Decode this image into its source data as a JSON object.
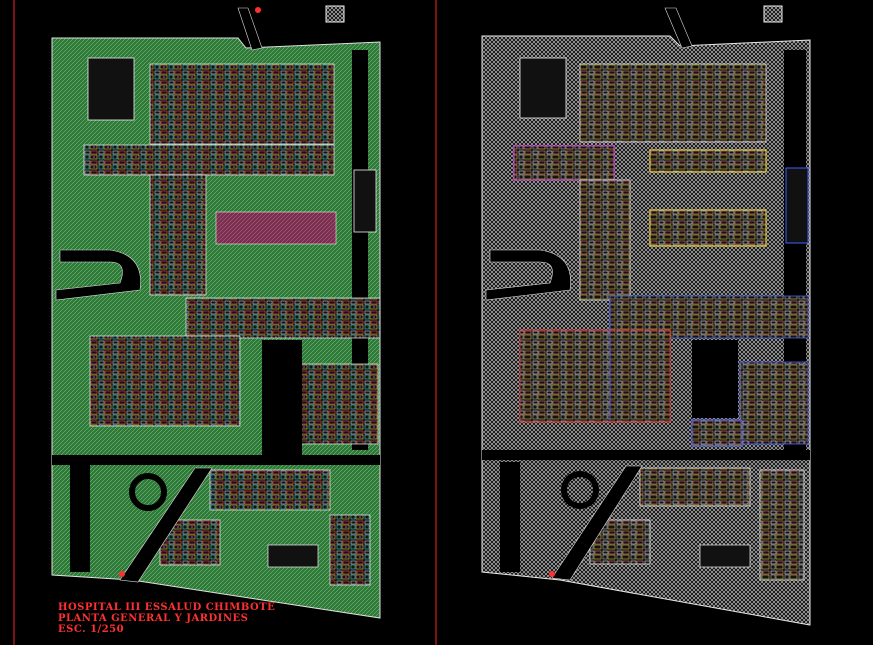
{
  "title_block": {
    "line1": "HOSPITAL III ESSALUD CHIMBOTE",
    "line2": "PLANTA GENERAL Y JARDINES",
    "line3": "ESC. 1/250"
  },
  "colors": {
    "background": "#000000",
    "frame_red": "#ff2020",
    "garden_green": "#2f7a3a",
    "garden_hatch": "#a8d8a0",
    "plan_white": "#e8e8e8",
    "building_fill": "#1a1a1a",
    "courtyard_maroon": "#7a3050",
    "title_red": "#ff3030",
    "accent_yellow": "#f0e040",
    "accent_magenta": "#e040e0",
    "accent_blue": "#4060ff",
    "accent_cyan": "#40e0e0"
  }
}
